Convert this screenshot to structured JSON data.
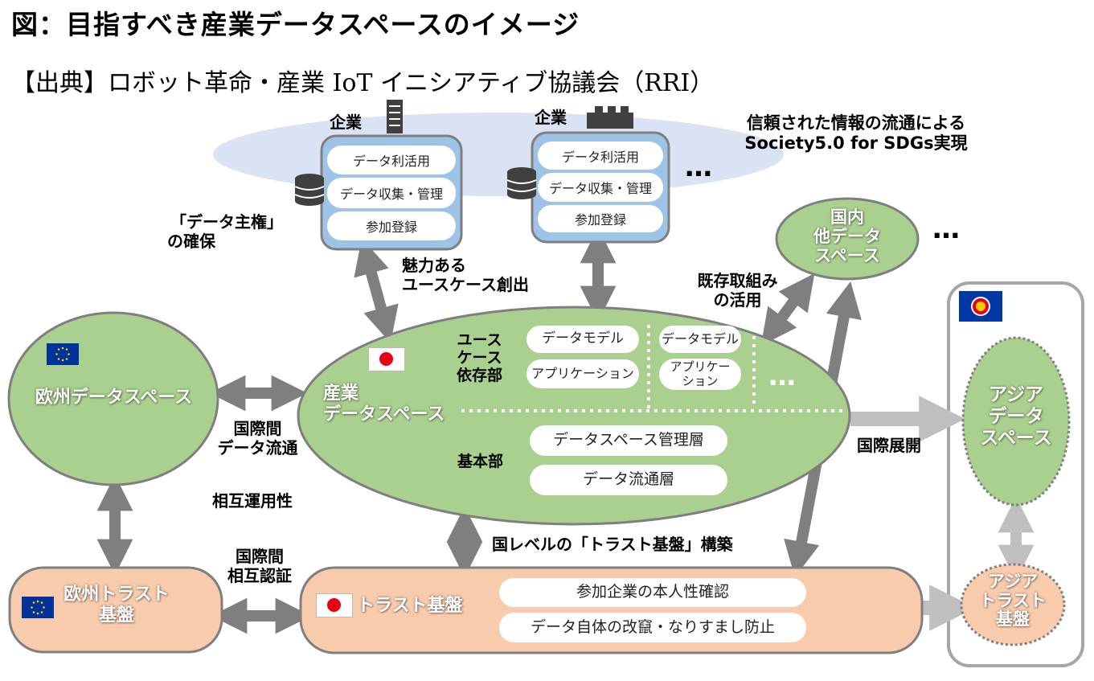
{
  "title": "図：目指すべき産業データスペースのイメージ",
  "source": "【出典】ロボット革命・産業 IoT イニシアティブ協議会（RRI）",
  "top_note": [
    "信頼された情報の流通による",
    "Society5.0 for SDGs実現"
  ],
  "enterprise": {
    "label": "企業",
    "layers": [
      "データ利活用",
      "データ収集・管理",
      "参加登録"
    ]
  },
  "ellipsis": "…",
  "labels": {
    "data_sovereignty": [
      "「データ主権」",
      "の確保"
    ],
    "attractive_usecase": [
      "魅力ある",
      "ユースケース創出"
    ],
    "existing_efforts": [
      "既存取組み",
      "の活用"
    ],
    "intl_data_flow": [
      "国際間",
      "データ流通"
    ],
    "interoperability": "相互運用性",
    "intl_mutual_auth": [
      "国際間",
      "相互認証"
    ],
    "national_trust": "国レベルの「トラスト基盤」構築",
    "intl_expansion": "国際展開"
  },
  "domestic_other": [
    "国内",
    "他データ",
    "スペース"
  ],
  "industrial_ds": {
    "label": [
      "産業",
      "データスペース"
    ],
    "usecase_section": [
      "ユース",
      "ケース",
      "依存部"
    ],
    "base_section": "基本部",
    "data_model": "データモデル",
    "application": "アプリケーション",
    "application_wrapped": [
      "アプリケー",
      "ション"
    ],
    "ds_mgmt_layer": "データスペース管理層",
    "data_flow_layer": "データ流通層"
  },
  "europe_ds": "欧州データスペース",
  "europe_trust": [
    "欧州トラスト",
    "基盤"
  ],
  "trust_base": {
    "label": "トラスト基盤",
    "items": [
      "参加企業の本人性確認",
      "データ自体の改竄・なりすまし防止"
    ]
  },
  "asia_ds": [
    "アジア",
    "データ",
    "スペース"
  ],
  "asia_trust": [
    "アジア",
    "トラスト",
    "基盤"
  ],
  "colors": {
    "green": "#a9d08e",
    "peach": "#f8cbad",
    "blue_box": "#9dc3e6",
    "cloud": "#dae3f3",
    "arrow": "#7f7f7f",
    "arrow_light": "#bfbfbf"
  }
}
